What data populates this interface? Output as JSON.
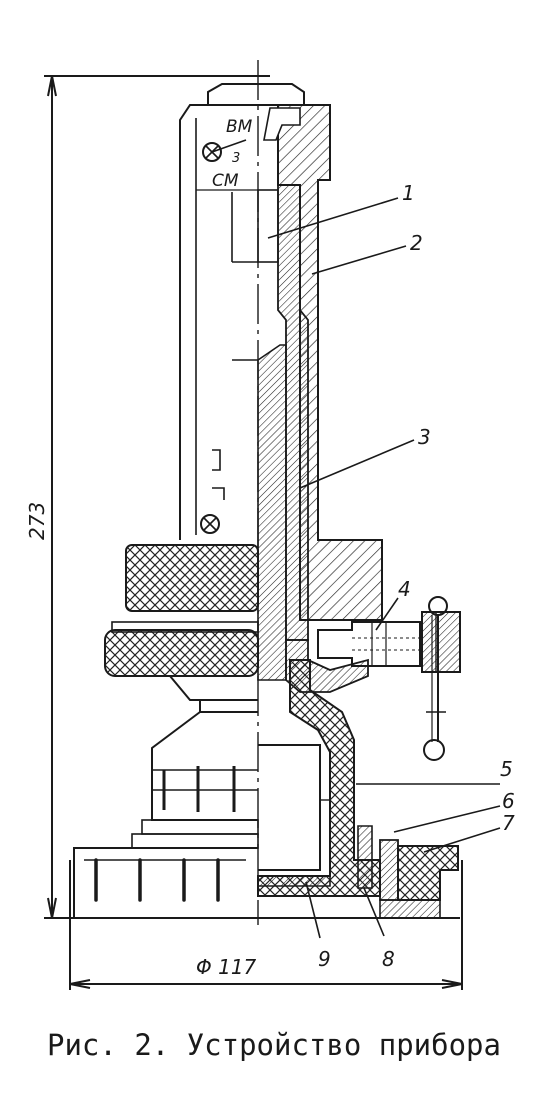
{
  "figure": {
    "callouts": [
      "1",
      "2",
      "3",
      "4",
      "5",
      "6",
      "7",
      "8",
      "9"
    ],
    "scale_labels": {
      "top_label": "ВМ",
      "mid_label": "3",
      "bottom_label": "СМ"
    },
    "dimensions": {
      "height": "273",
      "diameter": "Φ 117"
    },
    "caption": "Рис. 2. Устройство прибора"
  }
}
